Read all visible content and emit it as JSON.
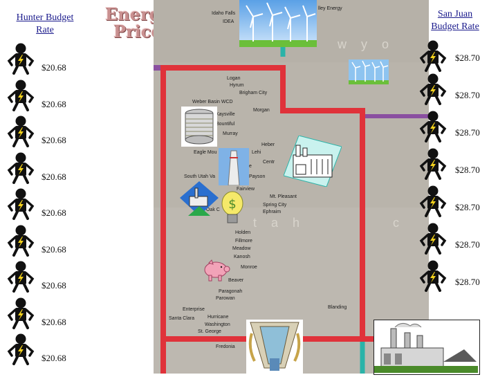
{
  "left_panel": {
    "title": "Hunter Budget Rate",
    "rate_values": [
      "$20.68",
      "$20.68",
      "$20.68",
      "$20.68",
      "$20.68",
      "$20.68",
      "$20.68",
      "$20.68",
      "$20.68"
    ]
  },
  "right_panel": {
    "title": "San Juan Budget Rate",
    "rate_values": [
      "$28.70",
      "$28.70",
      "$28.70",
      "$28.70",
      "$28.70",
      "$28.70",
      "$28.70"
    ]
  },
  "energy_price": {
    "line1": "Energy",
    "line2": "Price"
  },
  "map": {
    "region_labels": {
      "wyoming": "w y o",
      "utah_u": "t a h",
      "utah_c": "c"
    },
    "cities": {
      "idaho_falls": "Idaho Falls",
      "idea": "IDEA",
      "valley_energy": "lley Energy",
      "logan": "Logan",
      "hyrum": "Hyrum",
      "brigham_city": "Brigham City",
      "weber_basin_wcd": "Weber Basin WCD",
      "morgan": "Morgan",
      "kaysville": "Kaysville",
      "bountiful": "Bountiful",
      "murray": "Murray",
      "heber": "Heber",
      "eagle_mountain": "Eagle Mou",
      "lehi": "Lehi",
      "central": "Centr",
      "south_utah_valley": "South Utah Va",
      "payson": "Payson",
      "fairview": "Fairview",
      "mt_pleasant": "Mt. Pleasant",
      "spring_city": "Spring City",
      "ephraim": "Ephraim",
      "oak_city": "Oak C",
      "holden": "Holden",
      "fillmore": "Fillmore",
      "meadow": "Meadow",
      "kanosh": "Kanosh",
      "monroe": "Monroe",
      "beaver": "Beaver",
      "paragonah": "Paragonah",
      "parowan": "Parowan",
      "enterprise": "Enterprise",
      "blanding": "Blanding",
      "santa_clara": "Santa Clara",
      "hurricane": "Hurricane",
      "washington": "Washington",
      "st_george": "St. George",
      "fredonia": "Fredonia",
      "e": "e"
    }
  },
  "colors": {
    "border_red": "#e0323a",
    "border_purple": "#8a4fa0",
    "border_teal": "#2bb3a8",
    "map_bg": "#b9b4ab",
    "header_blue": "#1a1a8c"
  },
  "icons": [
    "worker-figure-icon",
    "wind-turbines-icon",
    "spool-icon",
    "smokestack-icon",
    "factory-icon",
    "power-plant-icon",
    "dollar-bulb-icon",
    "piggy-bank-icon",
    "dam-icon",
    "coal-plant-icon"
  ]
}
